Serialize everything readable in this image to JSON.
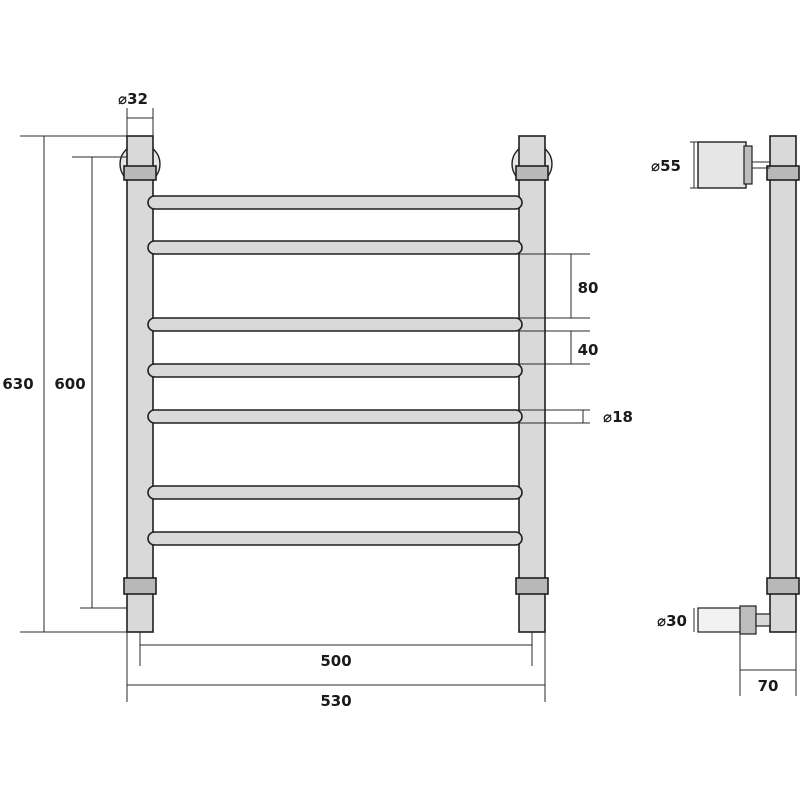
{
  "dimensions": {
    "post_diameter": "⌀32",
    "height_total": "630",
    "height_inner": "600",
    "rail_spacing": "80",
    "rail_gap": "40",
    "rail_diameter": "⌀18",
    "width_inner": "500",
    "width_total": "530",
    "side_mount_diameter": "⌀55",
    "side_connector_diameter": "⌀30",
    "side_depth": "70"
  },
  "colors": {
    "tube_fill": "#d9d9d9",
    "collar_fill": "#b8b8b8",
    "outline": "#1f1f1f"
  }
}
